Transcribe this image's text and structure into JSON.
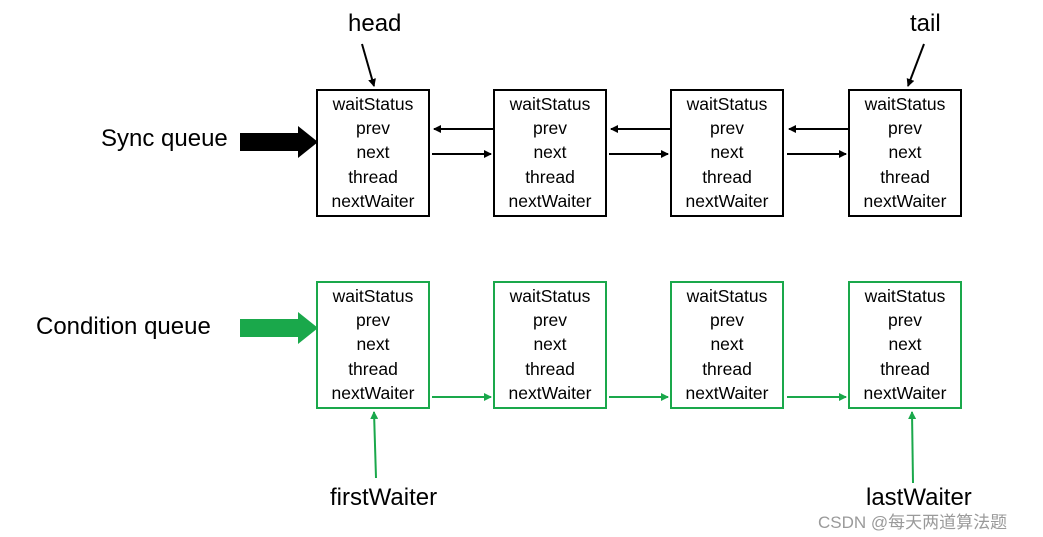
{
  "sync_queue": {
    "label": "Sync queue",
    "head_label": "head",
    "tail_label": "tail",
    "nodes": [
      [
        "waitStatus",
        "prev",
        "next",
        "thread",
        "nextWaiter"
      ],
      [
        "waitStatus",
        "prev",
        "next",
        "thread",
        "nextWaiter"
      ],
      [
        "waitStatus",
        "prev",
        "next",
        "thread",
        "nextWaiter"
      ],
      [
        "waitStatus",
        "prev",
        "next",
        "thread",
        "nextWaiter"
      ]
    ],
    "color": "#000000"
  },
  "condition_queue": {
    "label": "Condition queue",
    "first_label": "firstWaiter",
    "last_label": "lastWaiter",
    "nodes": [
      [
        "waitStatus",
        "prev",
        "next",
        "thread",
        "nextWaiter"
      ],
      [
        "waitStatus",
        "prev",
        "next",
        "thread",
        "nextWaiter"
      ],
      [
        "waitStatus",
        "prev",
        "next",
        "thread",
        "nextWaiter"
      ],
      [
        "waitStatus",
        "prev",
        "next",
        "thread",
        "nextWaiter"
      ]
    ],
    "color": "#1aa84b"
  },
  "watermark": "CSDN @每天两道算法题"
}
